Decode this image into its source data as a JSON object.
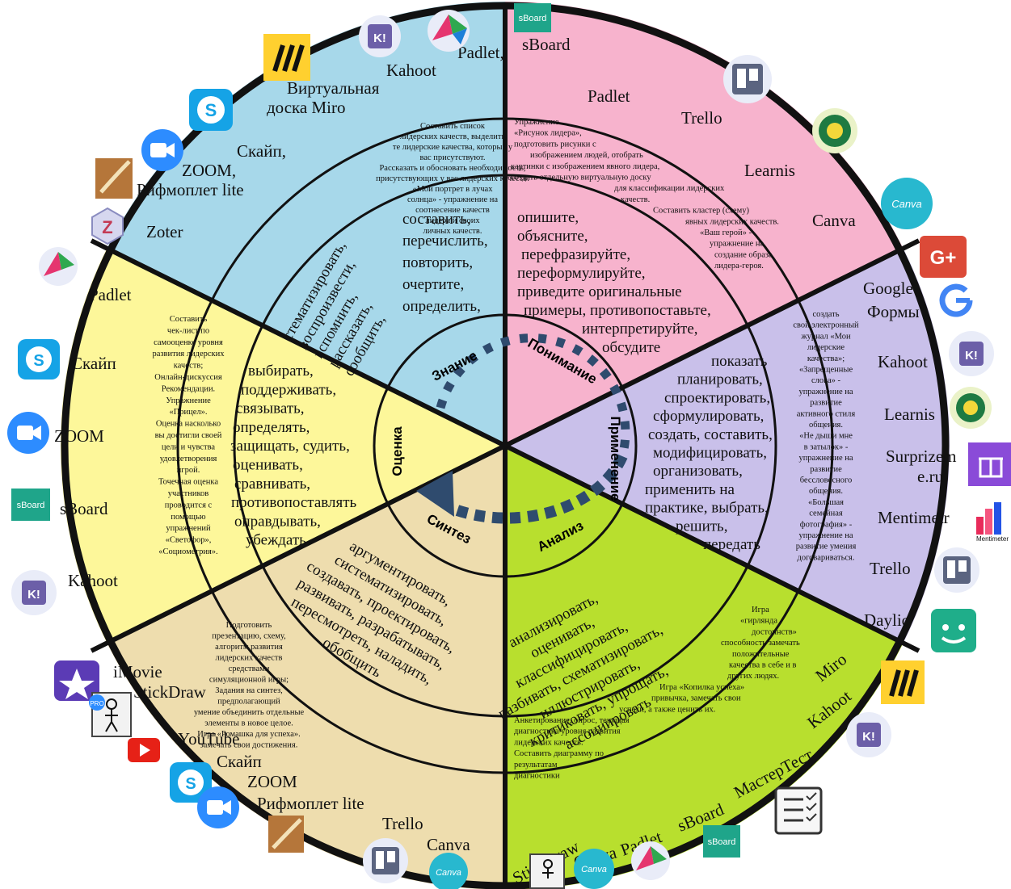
{
  "colors": {
    "znanie": "#a7d8ea",
    "ponimanie": "#f7b3cd",
    "primenenie": "#c9c0ea",
    "analiz": "#b8df2e",
    "sintez": "#eeddae",
    "ocenka": "#fdf79a",
    "arrow": "#2f4b6e",
    "ring": "#111111"
  },
  "core": {
    "znanie": "Знание",
    "ponimanie": "Понимание",
    "primenenie": "Применение",
    "analiz": "Анализ",
    "sintez": "Синтез",
    "ocenka": "Оценка"
  },
  "verbs": {
    "znanie_right": [
      "составить,",
      "перечислить,",
      "повторить,",
      "очертите,",
      "определить,"
    ],
    "znanie_left": [
      "стематизировать,",
      "воспроизвести,",
      "вспомнить,",
      "рассказать,",
      "сообщить,"
    ],
    "ponimanie": [
      "опишите,",
      "объясните,",
      "перефразируйте,",
      "переформулируйте,",
      "приведите оригинальные",
      "примеры, противопоставьте,",
      "интерпретируйте,",
      "обсудите"
    ],
    "primenenie": [
      "показать",
      "планировать,",
      "спроектировать,",
      "сформулировать,",
      "создать, составить,",
      "модифицировать,",
      "организовать,",
      "применить на",
      "практике, выбрать,",
      "решить,",
      "передать"
    ],
    "analiz": [
      "анализировать,",
      "оценивать,",
      "классифицировать,",
      "разбивать, схематизировать,",
      "иллюстрировать,",
      "критиковать, упрощать,",
      "ассоциировать"
    ],
    "sintez": [
      "аргументировать,",
      "систематизировать,",
      "создавать, проектировать,",
      "развивать, разрабатывать,",
      "пересмотреть, наладить,",
      "обобщить"
    ],
    "ocenka": [
      "выбирать,",
      "поддерживать,",
      "связывать,",
      "определять,",
      "защищать, судить,",
      "оценивать,",
      "сравнивать,",
      "противопоставлять",
      "оправдывать,",
      "убеждать"
    ]
  },
  "tasks": {
    "znanie": [
      "Составить список",
      "лидерских качеств, выделить",
      "те лидерские качества, которые у",
      "вас присутствуют.",
      "Рассказать и обосновать необходимость,",
      "присутствующих у вас лидерских качеств.",
      "«Мой портрет в лучах",
      "солнца» - упражнение на",
      "соотнесение качеств",
      "лидера и своих",
      "личных качеств."
    ],
    "ponimanie": [
      "Упражнение",
      "«Рисунок лидера»,",
      "подготовить рисунки с",
      "изображением людей, отобрать",
      "картинки с изображением явного лидера,",
      "создать отдельную виртуальную доску",
      "для классификации лидерских",
      "качеств.",
      "Составить кластер (схему)",
      "явных лидерских качеств.",
      "«Ваш герой» -",
      "упражнение на",
      "создание образа",
      "лидера-героя."
    ],
    "primenenie": [
      "создать",
      "свой электронный",
      "журнал «Мои",
      "лидерские",
      "качества»;",
      "«Запрещенные",
      "слова» -",
      "упражнение на",
      "развитие",
      "активного стиля",
      "общения.",
      "«Не дыши мне",
      "в затылок» -",
      "упражнение на",
      "развитие",
      "бессловесного",
      "общения.",
      "«Большая",
      "семейная",
      "фотография» -",
      "упражнение на",
      "развитие умения",
      "договариваться."
    ],
    "analiz": [
      "Игра",
      "«гирлянда",
      "достоинств»",
      "способность замечать",
      "положительные",
      "качества в себе и в",
      "других людях.",
      "Игра «Копилка успеха»",
      "привычка, замечать свои",
      "успехи, а также ценить их.",
      "Анкетирование, опрос, текущая",
      "диагностика уровня развития",
      "лидерских качеств.",
      "Составить диаграмму по",
      "результатам",
      "диагностики"
    ],
    "sintez": [
      "Подготовить",
      "презентацию, схему,",
      "алгоритм развития",
      "лидерских качеств",
      "средствами",
      "симуляционной игры;",
      "Задания на синтез,",
      "предполагающий",
      "умение объединить отдельные",
      "элементы в новое  целое.",
      "Игра «Ромашка для успеха».",
      "замечать свои достижения."
    ],
    "ocenka": [
      "Составить",
      "чек-лист по",
      "самооценке уровня",
      "развития лидерских",
      "качеств;",
      "Онлайн-дискуссия",
      "Рекомендации.",
      "Упражнение",
      "«Прицел».",
      "Оценка насколько",
      "вы достигли своей",
      "цели и чувства",
      "удовлетворения",
      "игрой.",
      "Точечная оценка",
      "участников",
      "проводится с",
      "помощью",
      "упражнений",
      "«Светофор»,",
      "«Социометрия»."
    ]
  },
  "tools": {
    "znanie": [
      "Padlet,",
      "Kahoot",
      "Виртуальная",
      "доска Miro",
      "Скайп,",
      "ZOOM,",
      "Рифмоплет lite",
      "Zoter"
    ],
    "ponimanie": [
      "sBoard",
      "Padlet",
      "Trello",
      "Learnis",
      "Canva"
    ],
    "primenenie": [
      "Google",
      "Формы",
      "Kahoot",
      "Learnis",
      "Surprizem",
      "e.ru",
      "Mentimetr",
      "Trello",
      "Daylio"
    ],
    "analiz": [
      "Miro",
      "Kahoot",
      "МастерТест",
      "sBoard",
      "Padlet",
      "Canva",
      "StickDraw"
    ],
    "sintez": [
      "iMovie",
      "StickDraw",
      "YouTube",
      "Скайп",
      "ZOOM",
      "Рифмоплет lite",
      "Trello",
      "Canva"
    ],
    "ocenka": [
      "Padlet",
      "Скайп",
      "ZOOM",
      "sBoard",
      "Kahoot"
    ]
  },
  "icons": {
    "sboard": "sBoard",
    "canva": "Canva",
    "gplus": "G+",
    "kahoot": "K!",
    "mentimeter": "Mentimeter"
  }
}
